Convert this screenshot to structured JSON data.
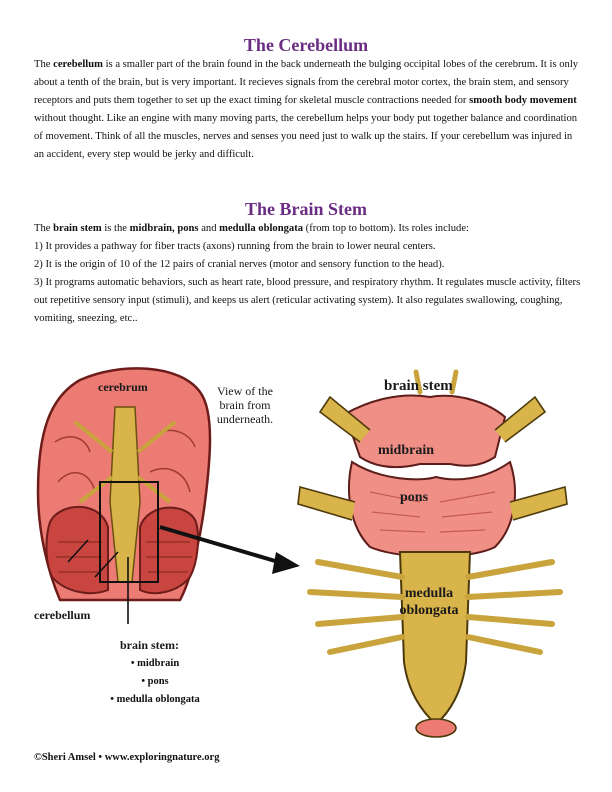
{
  "cerebellum_section": {
    "title": "The Cerebellum",
    "p_word1": "The ",
    "p_bold1": "cerebellum",
    "p_text1": " is a smaller part of the brain found in the back underneath the bulging occipital lobes of the cerebrum. It is only about a tenth of the brain, but is very important. It recieves signals from the cerebral motor cortex, the brain stem, and sensory receptors and puts them together to set up the exact timing for skeletal muscle contractions needed for ",
    "p_bold2": "smooth body movement",
    "p_text2": " without thought. Like an engine with many moving parts, the cerebellum helps your body put together balance and coordination of movement. Think of all the muscles, nerves and senses you need just to walk up the stairs. If your cerebellum was injured in an accident, every step would be jerky and difficult."
  },
  "brainstem_section": {
    "title": "The Brain Stem",
    "intro_word1": "The ",
    "intro_bold1": "brain stem",
    "intro_text1": " is the ",
    "intro_bold2": "midbrain, pons",
    "intro_text2": " and ",
    "intro_bold3": "medulla oblongata",
    "intro_text3": " (from top to bottom). Its roles include:",
    "roles": [
      "1) It provides a pathway for fiber tracts (axons) running from the brain to lower neural centers.",
      "2) It is the origin of 10 of the 12 pairs of cranial nerves (motor and sensory function to the head).",
      "3) It programs automatic behaviors, such as heart rate, blood pressure, and respiratory rhythm. It regulates muscle activity, filters out repetitive sensory input (stimuli), and keeps us alert (reticular activating system). It also regulates swallowing, coughing, vomiting, sneezing, etc.."
    ]
  },
  "diagram": {
    "label_cerebrum": "cerebrum",
    "label_cerebellum": "cerebellum",
    "view_caption": [
      "View of the",
      "brain from",
      "underneath."
    ],
    "brainstem_title": "brain stem:",
    "brainstem_parts": [
      "• midbrain",
      "• pons",
      "• medulla oblongata"
    ],
    "detail_title": "brain stem",
    "detail_midbrain": "midbrain",
    "detail_pons": "pons",
    "detail_medulla_1": "medulla",
    "detail_medulla_2": "oblongata"
  },
  "colors": {
    "heading": "#6b2d83",
    "brain_pink": "#ec7b74",
    "cerebellum_red": "#c8463f",
    "nerve_gold": "#d9b44a"
  },
  "footer": "©Sheri Amsel • www.exploringnature.org"
}
